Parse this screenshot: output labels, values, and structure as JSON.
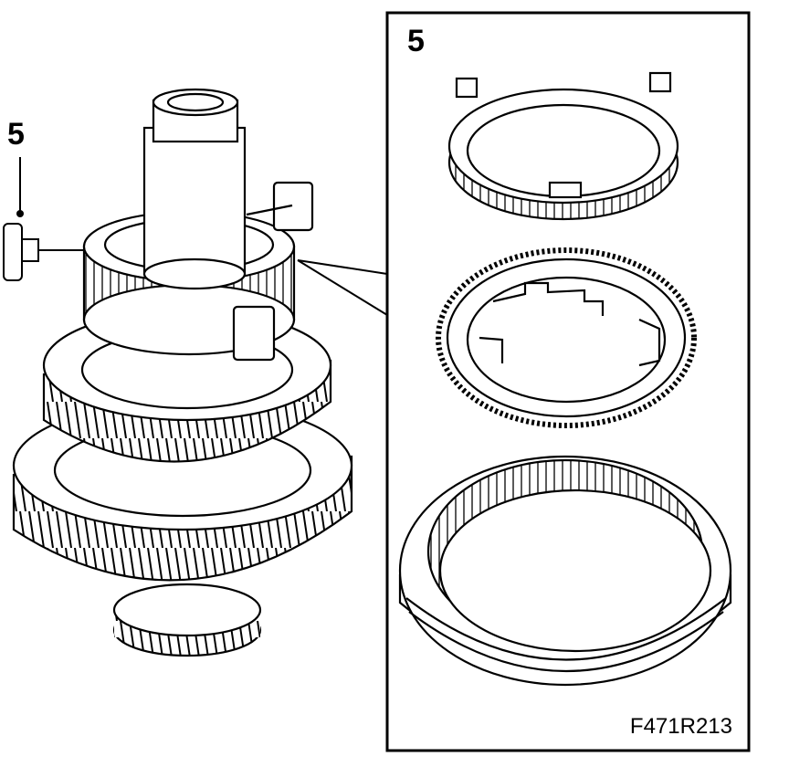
{
  "callouts": {
    "left_label": "5",
    "panel_label": "5"
  },
  "figure_code": "F471R213",
  "colors": {
    "line": "#000000",
    "background": "#ffffff"
  }
}
